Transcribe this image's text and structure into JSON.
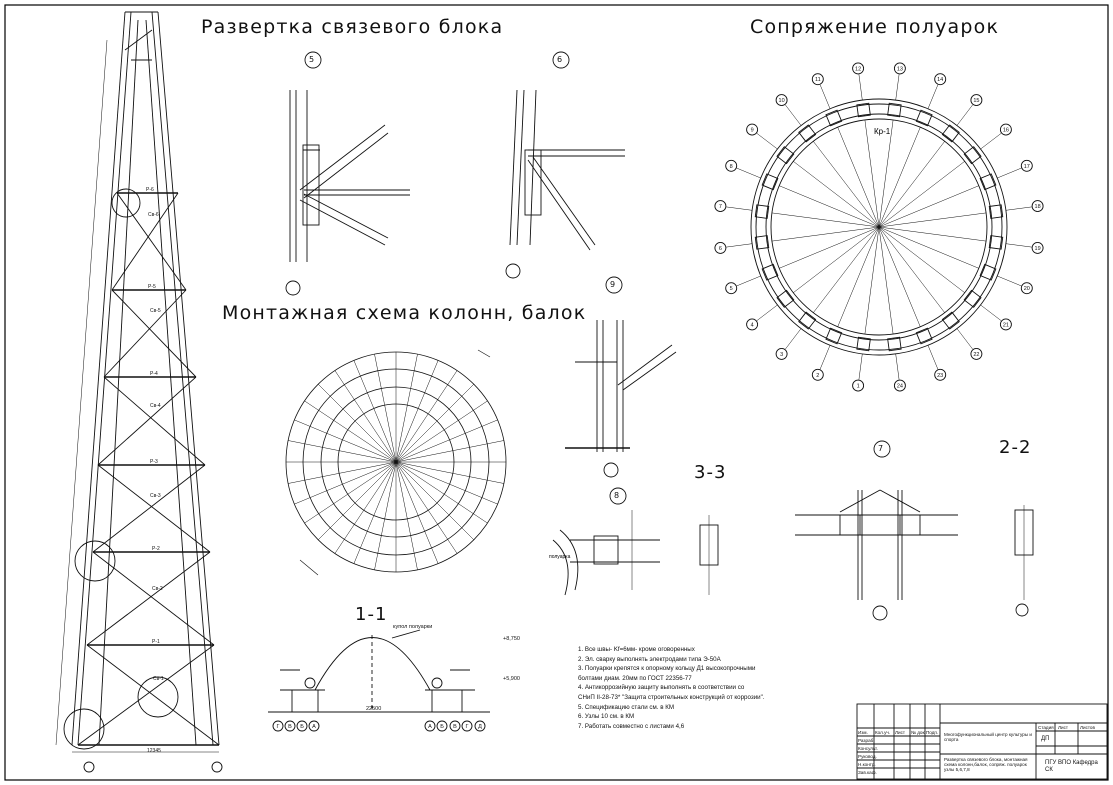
{
  "sheet": {
    "titles": {
      "bracing_block": "Развертка связевого блока",
      "half_arch_joint": "Сопряжение полуарок",
      "columns_scheme": "Монтажная схема колонн, балок"
    },
    "sections": {
      "s11": "1-1",
      "s22": "2-2",
      "s33": "3-3"
    },
    "node_markers": [
      "5",
      "6",
      "9",
      "8",
      "7"
    ],
    "ring_numbers": [
      "1",
      "2",
      "3",
      "4",
      "5",
      "6",
      "7",
      "8",
      "9",
      "10",
      "11",
      "12",
      "13",
      "14",
      "15",
      "16",
      "17",
      "18",
      "19",
      "20",
      "21",
      "22",
      "23",
      "24"
    ],
    "ring_label": "Кр-1",
    "axes_1_1": [
      "Г",
      "В",
      "Б",
      "А",
      "А",
      "Б",
      "В",
      "Г",
      "Д"
    ],
    "labels": {
      "dome_top": "купол полуарки",
      "dimension_span": "22500",
      "elev_top": "+8,750",
      "elev_mid": "+5,900",
      "half_arch_label": "полуарка",
      "dim_base": "12345"
    },
    "notes": [
      "1. Все швы- Kf=6мм- кроме оговоренных",
      "2. Эл. сварку выполнять электродами типа Э-50А",
      "3. Полуарки крепятся к опорному кольцу Д1 высокопрочными",
      "болтами диам. 20мм по ГОСТ 22356-77",
      "4. Антикоррозийную защиту выполнять в соответствии со",
      "СНиП II-28-73* \"Защита строительных конструкций от коррозии\".",
      "5. Спецификацию стали см. в КМ",
      "6. Узлы 10 см. в КМ",
      "7. Работать совместно с листами 4,6"
    ],
    "title_block": {
      "org": "Многофункциональный центр культуры и спорта",
      "sheet_desc": "Развертка связевого блока, монтажная схема колонн,балок, сопряж. полуарок узлы 5,6,7,8",
      "stage_header": "Стадия",
      "sheet_header": "Лист",
      "sheets_header": "Листов",
      "stage": "ДП",
      "group": "ПГУ ВПО Кафедра СК",
      "rows": [
        "Изм.",
        "Кол.уч.",
        "Лист",
        "№ док.",
        "Подп.",
        "Дата"
      ],
      "roles": [
        "Разраб.",
        "Консульт.",
        "Руковод.",
        "Н.контр.",
        "Зав.каф."
      ]
    }
  }
}
